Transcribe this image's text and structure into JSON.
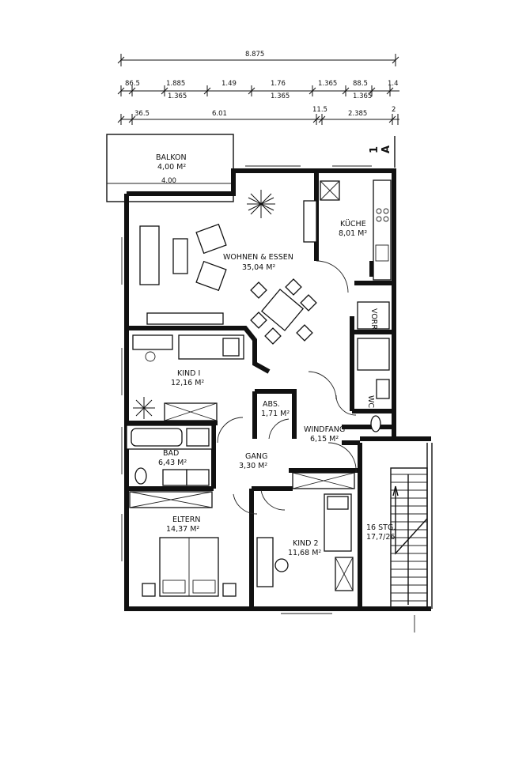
{
  "dimensions": {
    "total": "8.875",
    "row1": [
      "86.5",
      "1.885",
      "1.49",
      "1.76",
      "1.365",
      "88.5",
      "1.4"
    ],
    "row1_sub": [
      "1.365",
      "1.365",
      "1.365"
    ],
    "row2": [
      "36.5",
      "6.01",
      "11.5",
      "2.385",
      "2"
    ]
  },
  "section_marker": "A",
  "section_number": "1",
  "rooms": [
    {
      "name": "BALKON",
      "area": "4,00 M²",
      "note": "4.00"
    },
    {
      "name": "WOHNEN & ESSEN",
      "area": "35,04 M²"
    },
    {
      "name": "KÜCHE",
      "area": "8,01 M²"
    },
    {
      "name": "KIND I",
      "area": "12,16 M²"
    },
    {
      "name": "ABS.",
      "area": "1,71 M²"
    },
    {
      "name": "WINDFANG",
      "area": "6,15 M²"
    },
    {
      "name": "BAD",
      "area": "6,43 M²"
    },
    {
      "name": "GANG",
      "area": "3,30 M²"
    },
    {
      "name": "ELTERN",
      "area": "14,37 M²"
    },
    {
      "name": "KIND 2",
      "area": "11,68 M²"
    }
  ],
  "fixtures": {
    "vorrat": "VORR.",
    "wc": "WC"
  },
  "stairs": {
    "line1": "16 STG.",
    "line2": "17,7/26"
  }
}
